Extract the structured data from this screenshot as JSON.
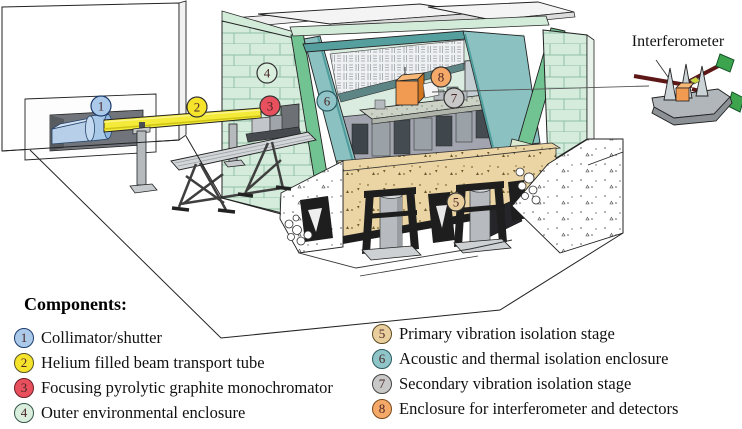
{
  "inset": {
    "label": "Interferometer"
  },
  "legend": {
    "title": "Components:",
    "items": [
      {
        "num": "1",
        "label": "Collimator/shutter",
        "color": "#abcaea",
        "border": "#1c3c6e"
      },
      {
        "num": "2",
        "label": "Helium filled beam transport tube",
        "color": "#f6e32c",
        "border": "#555522"
      },
      {
        "num": "3",
        "label": "Focusing pyrolytic graphite monochromator",
        "color": "#e8505e",
        "border": "#6e1c24"
      },
      {
        "num": "4",
        "label": "Outer environmental enclosure",
        "color": "#daeede",
        "border": "#33564a"
      },
      {
        "num": "5",
        "label": "Primary vibration isolation stage",
        "color": "#e9cf9e",
        "border": "#5e4a22"
      },
      {
        "num": "6",
        "label": "Acoustic and thermal isolation enclosure",
        "color": "#8fc4c8",
        "border": "#2a5a60"
      },
      {
        "num": "7",
        "label": "Secondary vibration isolation stage",
        "color": "#c8c8c8",
        "border": "#444444"
      },
      {
        "num": "8",
        "label": "Enclosure for interferometer and detectors",
        "color": "#f5a968",
        "border": "#7a4a1c"
      }
    ]
  }
}
